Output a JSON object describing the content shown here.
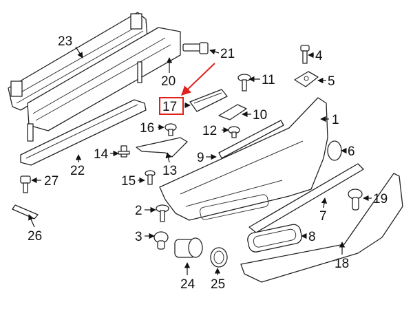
{
  "diagram": {
    "highlight_color": "#e0201b",
    "line_color": "#222222",
    "highlighted_part": "17",
    "callouts": [
      {
        "id": "1",
        "label": "1"
      },
      {
        "id": "2",
        "label": "2"
      },
      {
        "id": "3",
        "label": "3"
      },
      {
        "id": "4",
        "label": "4"
      },
      {
        "id": "5",
        "label": "5"
      },
      {
        "id": "6",
        "label": "6"
      },
      {
        "id": "7",
        "label": "7"
      },
      {
        "id": "8",
        "label": "8"
      },
      {
        "id": "9",
        "label": "9"
      },
      {
        "id": "10",
        "label": "10"
      },
      {
        "id": "11",
        "label": "11"
      },
      {
        "id": "12",
        "label": "12"
      },
      {
        "id": "13",
        "label": "13"
      },
      {
        "id": "14",
        "label": "14"
      },
      {
        "id": "15",
        "label": "15"
      },
      {
        "id": "16",
        "label": "16"
      },
      {
        "id": "17",
        "label": "17"
      },
      {
        "id": "18",
        "label": "18"
      },
      {
        "id": "19",
        "label": "19"
      },
      {
        "id": "20",
        "label": "20"
      },
      {
        "id": "21",
        "label": "21"
      },
      {
        "id": "22",
        "label": "22"
      },
      {
        "id": "23",
        "label": "23"
      },
      {
        "id": "24",
        "label": "24"
      },
      {
        "id": "25",
        "label": "25"
      },
      {
        "id": "26",
        "label": "26"
      },
      {
        "id": "27",
        "label": "27"
      }
    ]
  }
}
